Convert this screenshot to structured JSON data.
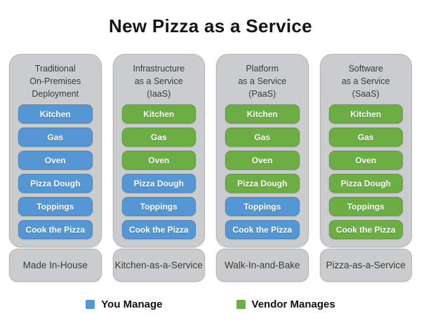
{
  "title": "New Pizza as a Service",
  "colors": {
    "you_manage": "#5596d4",
    "vendor_manages": "#6cad44",
    "panel_gray": "#cbcccd"
  },
  "legend": [
    {
      "label": "You Manage",
      "type": "you"
    },
    {
      "label": "Vendor Manages",
      "type": "vendor"
    }
  ],
  "columns": [
    {
      "header": "Traditional\nOn-Premises\nDeployment",
      "footer": "Made In-House",
      "items": [
        {
          "label": "Kitchen",
          "type": "you"
        },
        {
          "label": "Gas",
          "type": "you"
        },
        {
          "label": "Oven",
          "type": "you"
        },
        {
          "label": "Pizza Dough",
          "type": "you"
        },
        {
          "label": "Toppings",
          "type": "you"
        },
        {
          "label": "Cook the Pizza",
          "type": "you"
        }
      ]
    },
    {
      "header": "Infrastructure\nas a Service\n(IaaS)",
      "footer": "Kitchen-as-a-Service",
      "items": [
        {
          "label": "Kitchen",
          "type": "vendor"
        },
        {
          "label": "Gas",
          "type": "vendor"
        },
        {
          "label": "Oven",
          "type": "vendor"
        },
        {
          "label": "Pizza Dough",
          "type": "you"
        },
        {
          "label": "Toppings",
          "type": "you"
        },
        {
          "label": "Cook the Pizza",
          "type": "you"
        }
      ]
    },
    {
      "header": "Platform\nas a Service\n(PaaS)",
      "footer": "Walk-In-and-Bake",
      "items": [
        {
          "label": "Kitchen",
          "type": "vendor"
        },
        {
          "label": "Gas",
          "type": "vendor"
        },
        {
          "label": "Oven",
          "type": "vendor"
        },
        {
          "label": "Pizza Dough",
          "type": "vendor"
        },
        {
          "label": "Toppings",
          "type": "you"
        },
        {
          "label": "Cook the Pizza",
          "type": "you"
        }
      ]
    },
    {
      "header": "Software\nas a Service\n(SaaS)",
      "footer": "Pizza-as-a-Service",
      "items": [
        {
          "label": "Kitchen",
          "type": "vendor"
        },
        {
          "label": "Gas",
          "type": "vendor"
        },
        {
          "label": "Oven",
          "type": "vendor"
        },
        {
          "label": "Pizza Dough",
          "type": "vendor"
        },
        {
          "label": "Toppings",
          "type": "vendor"
        },
        {
          "label": "Cook the Pizza",
          "type": "vendor"
        }
      ]
    }
  ]
}
